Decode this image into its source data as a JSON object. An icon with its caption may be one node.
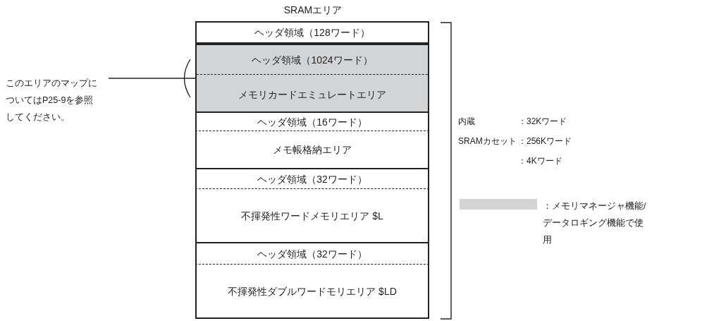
{
  "diagram": {
    "nodes": [
      {
        "text": [
          "SRAMエリア"
        ]
      },
      {
        "text": [
          "ヘッダ領域（128ワード）"
        ],
        "in": 0
      },
      {
        "text": [],
        "shape": "box",
        "in": 0
      },
      {
        "text": [
          "ヘッダ領域（1024ワード）"
        ],
        "in": 2
      },
      {
        "text": [
          "メモリカードエミュレートエリア"
        ],
        "in": 2
      },
      {
        "text": [
          "ヘッダ領域（16ワード）"
        ],
        "in": 0
      },
      {
        "text": [
          "メモ帳格納エリア"
        ],
        "in": 0
      },
      {
        "text": [
          "ヘッダ領域（32ワード）"
        ],
        "in": 0
      },
      {
        "text": [
          "不揮発性ワードメモリエリア $L"
        ],
        "in": 0
      },
      {
        "text": [
          "ヘッダ領域（32ワード）"
        ],
        "in": 0
      },
      {
        "text": [
          "不揮発性ダブルワードモリエリア $LD"
        ],
        "in": 0
      },
      {
        "text": [
          "このエリアのマップについてはP25-9を参照してください。"
        ]
      }
    ],
    "edges": [
      {
        "from": 11,
        "to": 2,
        "arrow": "none"
      }
    ],
    "labels": [
      "内蔵",
      "：32Kワード",
      "SRAMカセット",
      "：256Kワード",
      "：4Kワード"
    ],
    "legend": [
      {
        "text": "：メモリマネージャ機能/データロギング機能で使用",
        "color": "#d3d4d6"
      }
    ]
  }
}
